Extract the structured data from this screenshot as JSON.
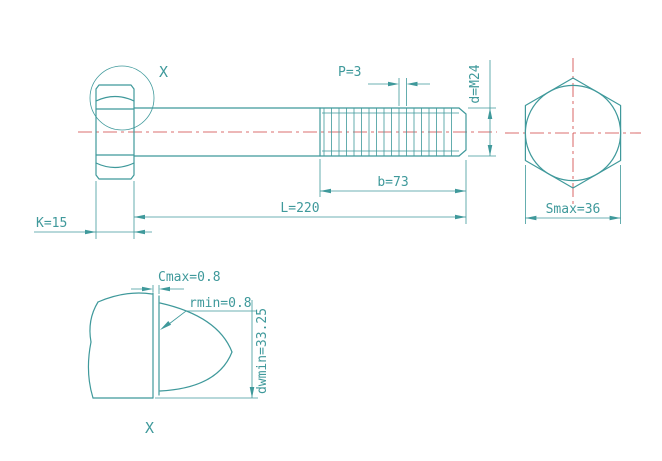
{
  "colors": {
    "line": "#3f999b",
    "centerline": "#d04040",
    "background": "#ffffff"
  },
  "views": {
    "main": {
      "detail_ref": "X",
      "dims": {
        "pitch": "P=3",
        "thread_diameter": "d=M24",
        "thread_length": "b=73",
        "total_length": "L=220",
        "head_height": "K=15"
      }
    },
    "end": {
      "dims": {
        "width_across_flats": "Smax=36"
      }
    },
    "detail": {
      "title": "X",
      "dims": {
        "chamfer_max": "Cmax=0.8",
        "fillet_radius_min": "rmin=0.8",
        "washer_face_diameter_min": "dwmin=33.25"
      }
    }
  }
}
